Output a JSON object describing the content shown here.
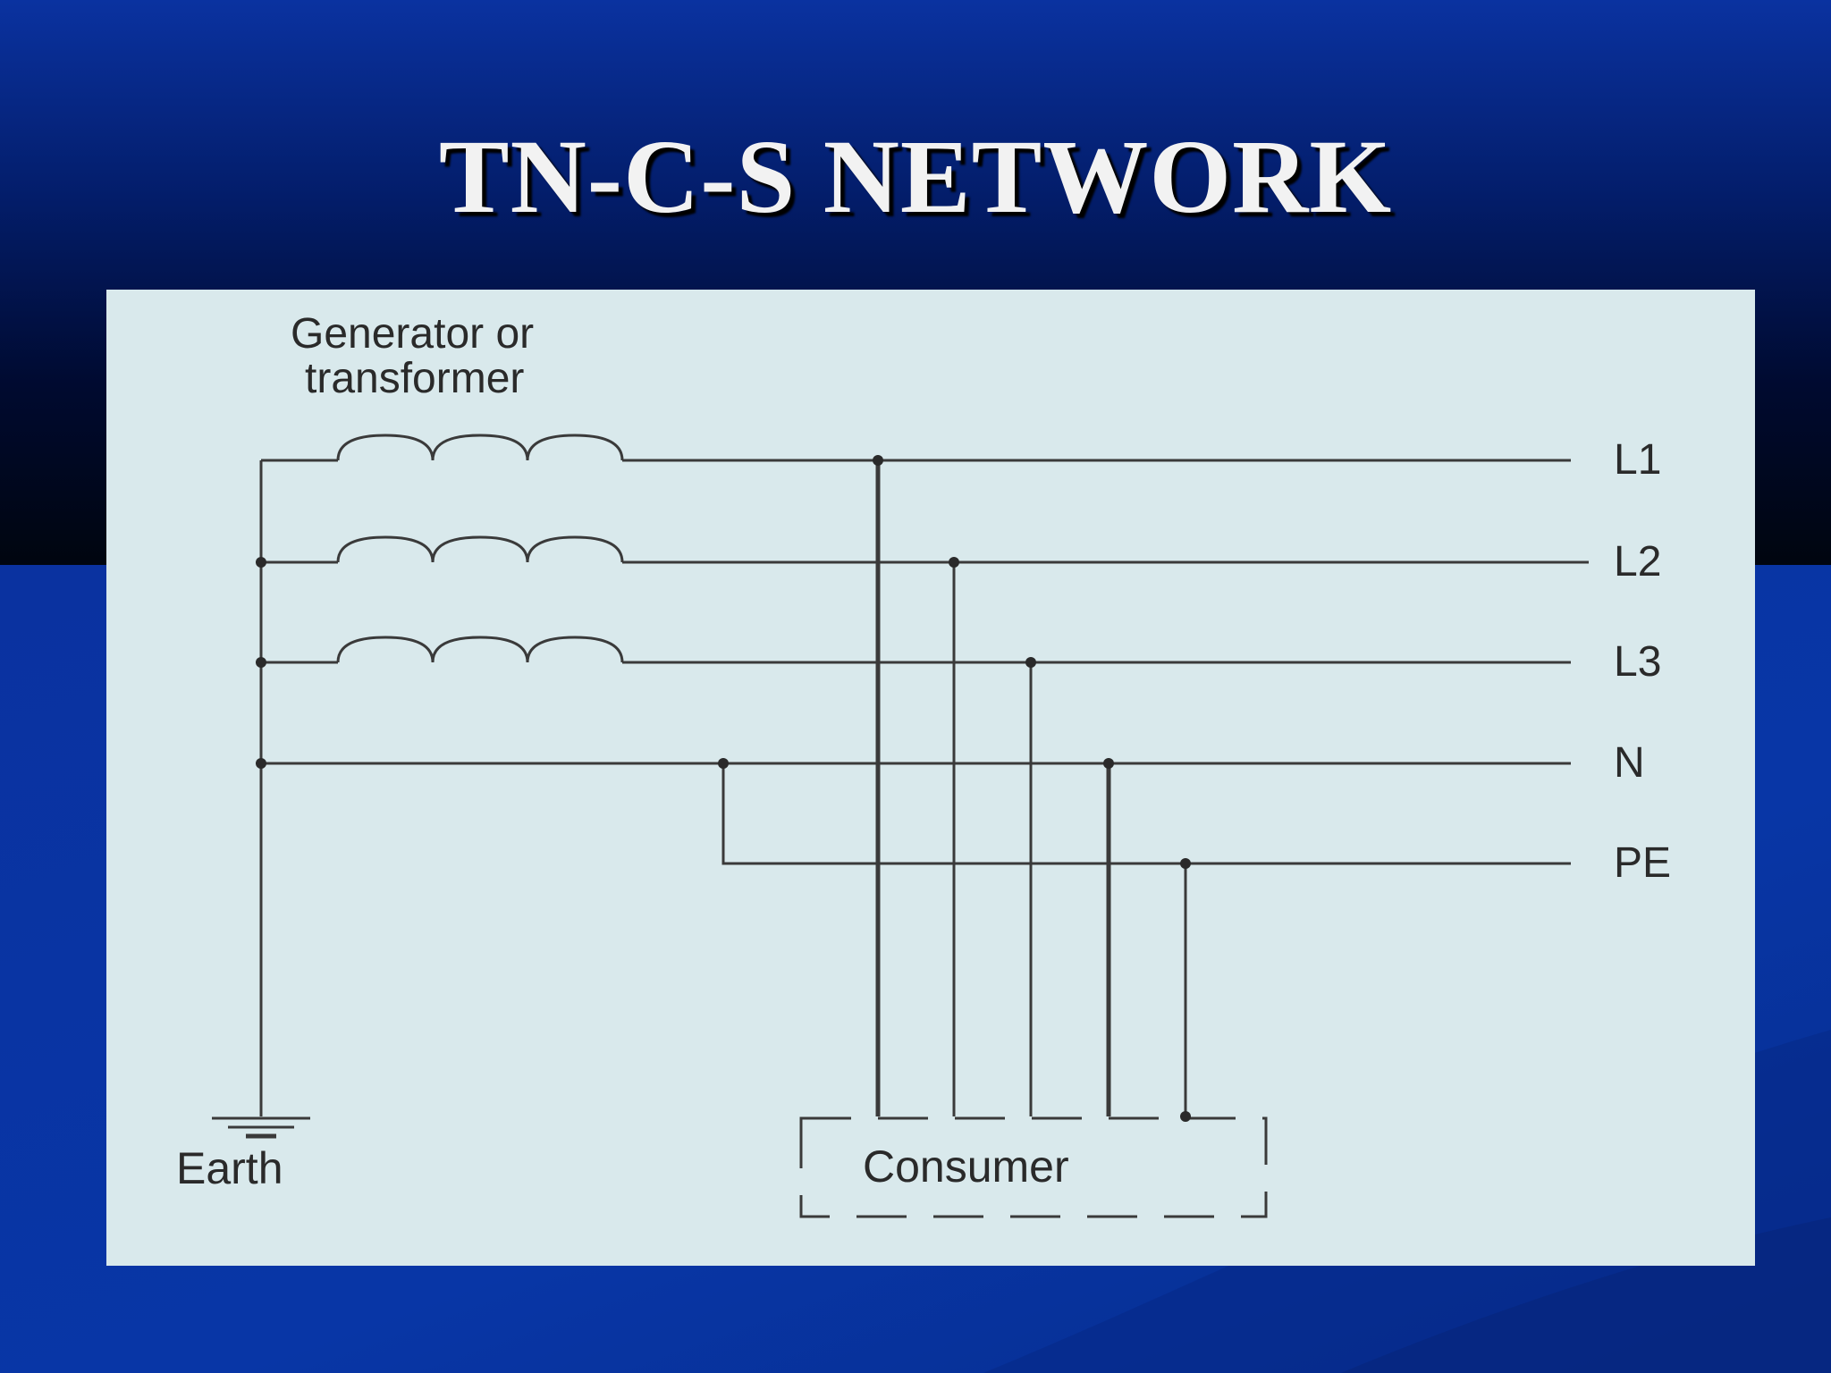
{
  "slide": {
    "title": "TN-C-S NETWORK"
  },
  "diagram": {
    "source_label_line1": "Generator or",
    "source_label_line2": "transformer",
    "earth_label": "Earth",
    "consumer_label": "Consumer",
    "conductors": {
      "l1": "L1",
      "l2": "L2",
      "l3": "L3",
      "n": "N",
      "pe": "PE"
    }
  },
  "colors": {
    "background_blue": "#0a32a0",
    "panel": "#d9e9ec",
    "line": "#3a3a3a",
    "title_text": "#f2f2f2"
  }
}
